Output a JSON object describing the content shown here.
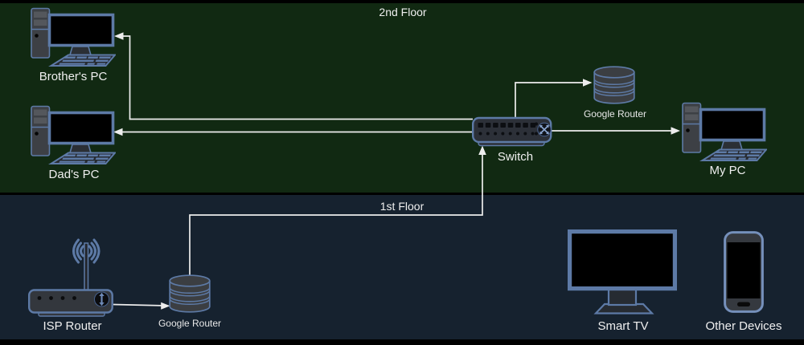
{
  "diagram": {
    "floors": {
      "second": {
        "label": "2nd Floor"
      },
      "first": {
        "label": "1st Floor"
      }
    },
    "nodes": {
      "brothers_pc": {
        "label": "Brother's PC",
        "type": "desktop-pc",
        "floor": "2nd Floor"
      },
      "dads_pc": {
        "label": "Dad's PC",
        "type": "desktop-pc",
        "floor": "2nd Floor"
      },
      "my_pc": {
        "label": "My PC",
        "type": "desktop-pc",
        "floor": "2nd Floor"
      },
      "switch": {
        "label": "Switch",
        "type": "network-switch",
        "floor": "2nd Floor"
      },
      "google_router_2f": {
        "label": "Google Router",
        "type": "router-cylinder",
        "floor": "2nd Floor"
      },
      "isp_router": {
        "label": "ISP Router",
        "type": "wireless-router",
        "floor": "1st Floor"
      },
      "google_router_1f": {
        "label": "Google Router",
        "type": "router-cylinder",
        "floor": "1st Floor"
      },
      "smart_tv": {
        "label": "Smart TV",
        "type": "tv",
        "floor": "1st Floor"
      },
      "other_devices": {
        "label": "Other Devices",
        "type": "smartphone",
        "floor": "1st Floor"
      }
    },
    "edges": [
      {
        "from": "switch",
        "to": "brothers_pc",
        "arrow": "to"
      },
      {
        "from": "switch",
        "to": "dads_pc",
        "arrow": "to"
      },
      {
        "from": "switch",
        "to": "google_router_2f",
        "arrow": "to"
      },
      {
        "from": "switch",
        "to": "my_pc",
        "arrow": "to"
      },
      {
        "from": "google_router_1f",
        "to": "switch",
        "arrow": "to"
      },
      {
        "from": "isp_router",
        "to": "google_router_1f",
        "arrow": "to"
      }
    ],
    "colors": {
      "canvas_bg": "#000000",
      "floor2_bg": "#112912",
      "floor1_bg": "#16222f",
      "device_outline": "#5d7aa6",
      "device_body": "#35383d",
      "screen_black": "#000000",
      "connector": "#ededed",
      "label_text": "#efefef"
    }
  }
}
